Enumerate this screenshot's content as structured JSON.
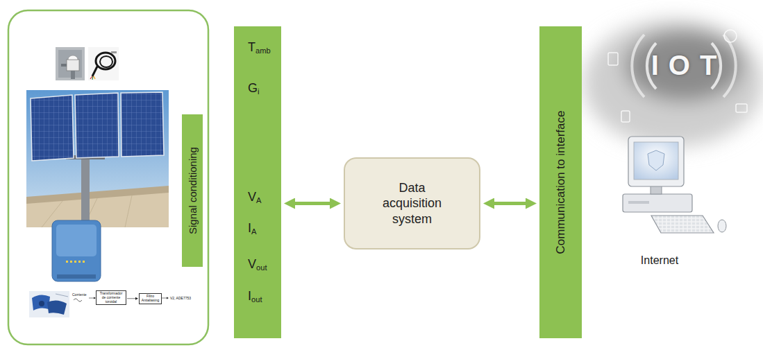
{
  "diagram": {
    "nodes": [
      {
        "text": [
          "Signal conditioning"
        ]
      },
      {
        "text": [
          "Transformador de corriente toroidal"
        ]
      },
      {
        "text": [
          "Filtro Antialiasing"
        ]
      },
      {
        "text": [
          "Tamb",
          "Gi",
          "VA",
          "IA",
          "Vout",
          "Iout"
        ]
      },
      {
        "text": [
          "Data acquisition system"
        ]
      },
      {
        "text": [
          "Communication to interface"
        ]
      }
    ],
    "edges": [
      {
        "from": 1,
        "to": 2,
        "arrow": "to"
      },
      {
        "from": 3,
        "to": 4,
        "arrow": "both"
      },
      {
        "from": 4,
        "to": 5,
        "arrow": "both"
      }
    ],
    "labels": [
      "Corriente",
      "V2, ADE7753",
      "IOT",
      "Internet"
    ]
  }
}
